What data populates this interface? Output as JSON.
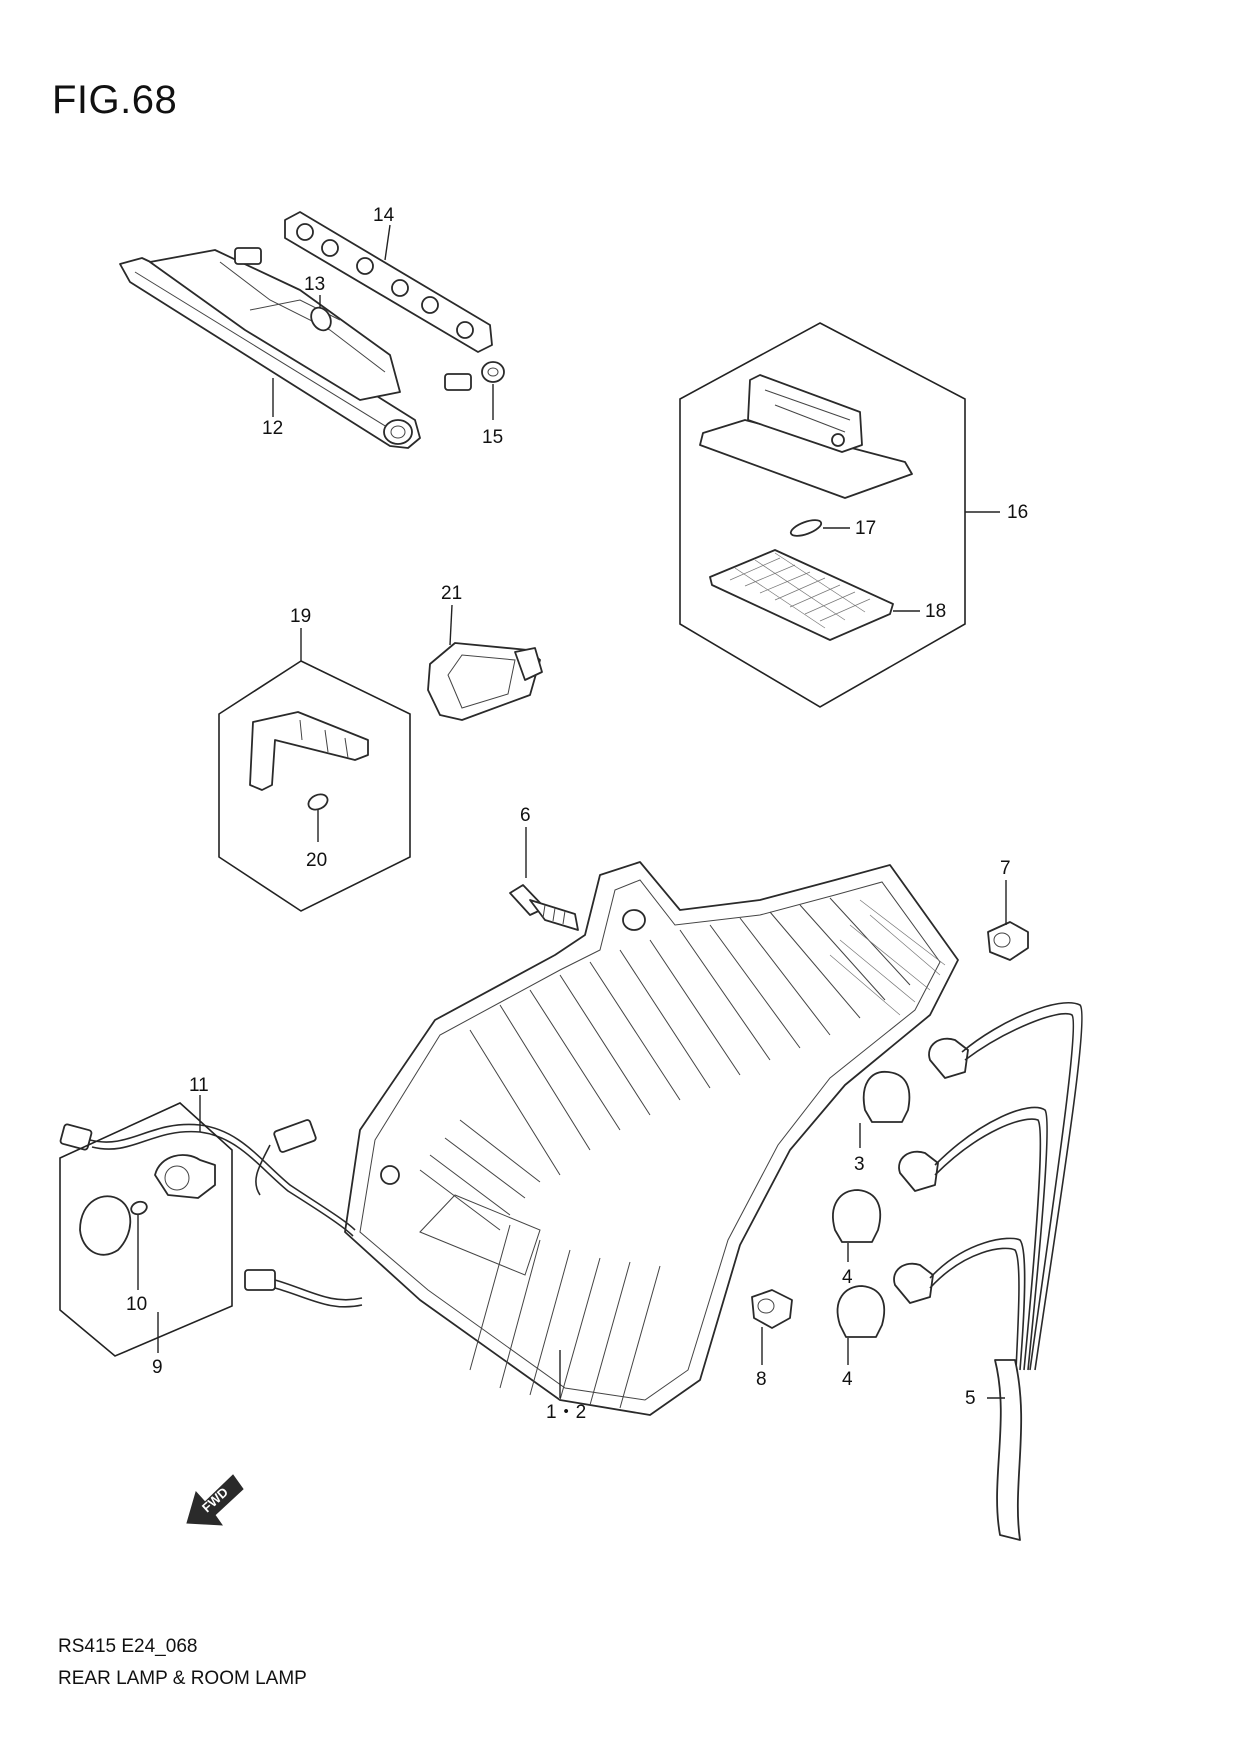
{
  "header": {
    "figure_title": "FIG.68"
  },
  "footer": {
    "code": "RS415 E24_068",
    "description": "REAR LAMP & ROOM LAMP"
  },
  "callouts": {
    "c1_2": "1・2",
    "c3": "3",
    "c4a": "4",
    "c4b": "4",
    "c5": "5",
    "c6": "6",
    "c7": "7",
    "c8": "8",
    "c9": "9",
    "c10": "10",
    "c11": "11",
    "c12": "12",
    "c13": "13",
    "c14": "14",
    "c15": "15",
    "c16": "16",
    "c17": "17",
    "c18": "18",
    "c19": "19",
    "c20": "20",
    "c21": "21"
  },
  "fwd_badge": "FWD",
  "icons": {
    "direction": "fwd-arrow-icon"
  }
}
